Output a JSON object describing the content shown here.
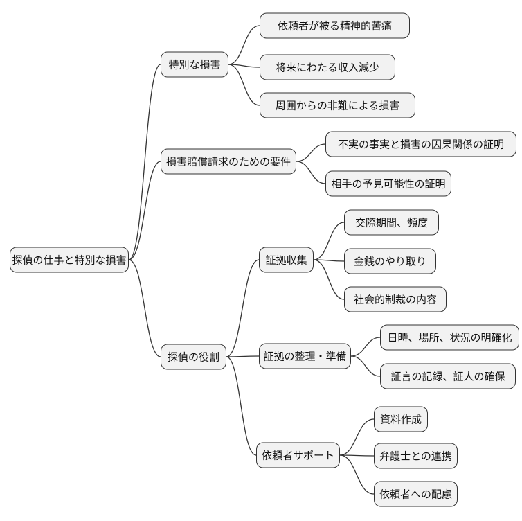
{
  "diagram": {
    "type": "mindmap",
    "background": "#ffffff",
    "node_fill": "#f2f2f2",
    "node_border": "#333333",
    "edge_color": "#333333",
    "text_color": "#111111",
    "root": {
      "label": "探偵の仕事と特別な損害",
      "children": [
        {
          "label": "特別な損害",
          "children": [
            {
              "label": "依頼者が被る精神的苦痛"
            },
            {
              "label": "将来にわたる収入減少"
            },
            {
              "label": "周囲からの非難による損害"
            }
          ]
        },
        {
          "label": "損害賠償請求のための要件",
          "children": [
            {
              "label": "不実の事実と損害の因果関係の証明"
            },
            {
              "label": "相手の予見可能性の証明"
            }
          ]
        },
        {
          "label": "探偵の役割",
          "children": [
            {
              "label": "証拠収集",
              "children": [
                {
                  "label": "交際期間、頻度"
                },
                {
                  "label": "金銭のやり取り"
                },
                {
                  "label": "社会的制裁の内容"
                }
              ]
            },
            {
              "label": "証拠の整理・準備",
              "children": [
                {
                  "label": "日時、場所、状況の明確化"
                },
                {
                  "label": "証言の記録、証人の確保"
                }
              ]
            },
            {
              "label": "依頼者サポート",
              "children": [
                {
                  "label": "資料作成"
                },
                {
                  "label": "弁護士との連携"
                },
                {
                  "label": "依頼者への配慮"
                }
              ]
            }
          ]
        }
      ]
    }
  }
}
